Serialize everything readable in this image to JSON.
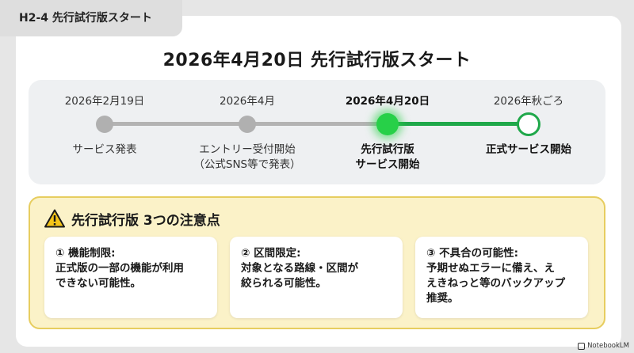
{
  "tag": "H2-4 先行試行版スタート",
  "title": "2026年4月20日 先行試行版スタート",
  "timeline": [
    {
      "date": "2026年2月19日",
      "label": "サービス発表",
      "state": "past"
    },
    {
      "date": "2026年4月",
      "label": "エントリー受付開始\n（公式SNS等で発表）",
      "state": "past"
    },
    {
      "date": "2026年4月20日",
      "label": "先行試行版\nサービス開始",
      "state": "current"
    },
    {
      "date": "2026年秋ごろ",
      "label": "正式サービス開始",
      "state": "future"
    }
  ],
  "notice": {
    "title": "先行試行版 3つの注意点",
    "icon": "warning-icon",
    "cards": [
      {
        "title": "① 機能制限:",
        "body": "正式版の一部の機能が利用\nできない可能性。"
      },
      {
        "title": "② 区間限定:",
        "body": "対象となる路線・区間が\n絞られる可能性。"
      },
      {
        "title": "③ 不具合の可能性:",
        "body": "予期せぬエラーに備え、え\nえきねっと等のバックアップ\n推奨。"
      }
    ]
  },
  "badge": "NotebookLM",
  "colors": {
    "accent_green": "#1fa84a",
    "active_node": "#27d048",
    "notice_bg": "#fbf2c8",
    "notice_border": "#e7cd5f",
    "past_gray": "#b0b0b0"
  }
}
